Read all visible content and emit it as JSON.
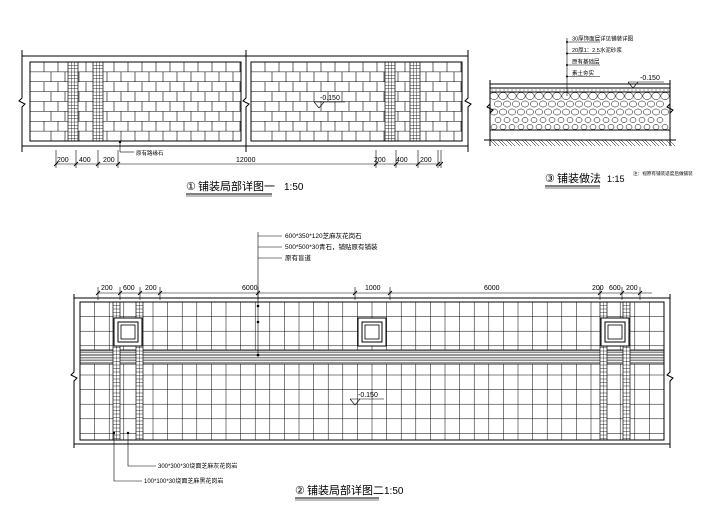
{
  "detail1": {
    "title_num": "①",
    "title": "铺装局部详图一",
    "scale": "1:50",
    "note_border_stone": "原有路缘石",
    "elevation": "-0.150",
    "dims_left": [
      "200",
      "400",
      "200"
    ],
    "dim_total": "12000",
    "dims_right": [
      "200",
      "400",
      "200"
    ]
  },
  "detail2": {
    "title_num": "②",
    "title": "铺装局部详图二",
    "scale": "1:50",
    "elevation": "-0.150",
    "notes_top": [
      "600*350*120芝麻灰花岗石",
      "500*500*30青石，铺贴原有铺装",
      "原有盲道"
    ],
    "notes_bottom": [
      "300*300*30烧面芝麻灰花岗岩",
      "100*100*30烧面芝麻黑花岗岩"
    ],
    "dims": [
      "200",
      "600",
      "200",
      "6000",
      "1000",
      "6000",
      "200",
      "600",
      "200"
    ]
  },
  "detail3": {
    "title_num": "③",
    "title": "铺装做法",
    "scale": "1:15",
    "layers": [
      "30厚饰面层详见铺装详图",
      "20厚1：2.5水泥砂浆",
      "原有基础层",
      "素土夯实"
    ],
    "elevation": "-0.150",
    "note": "注：视原有铺装适度后做铺装"
  }
}
